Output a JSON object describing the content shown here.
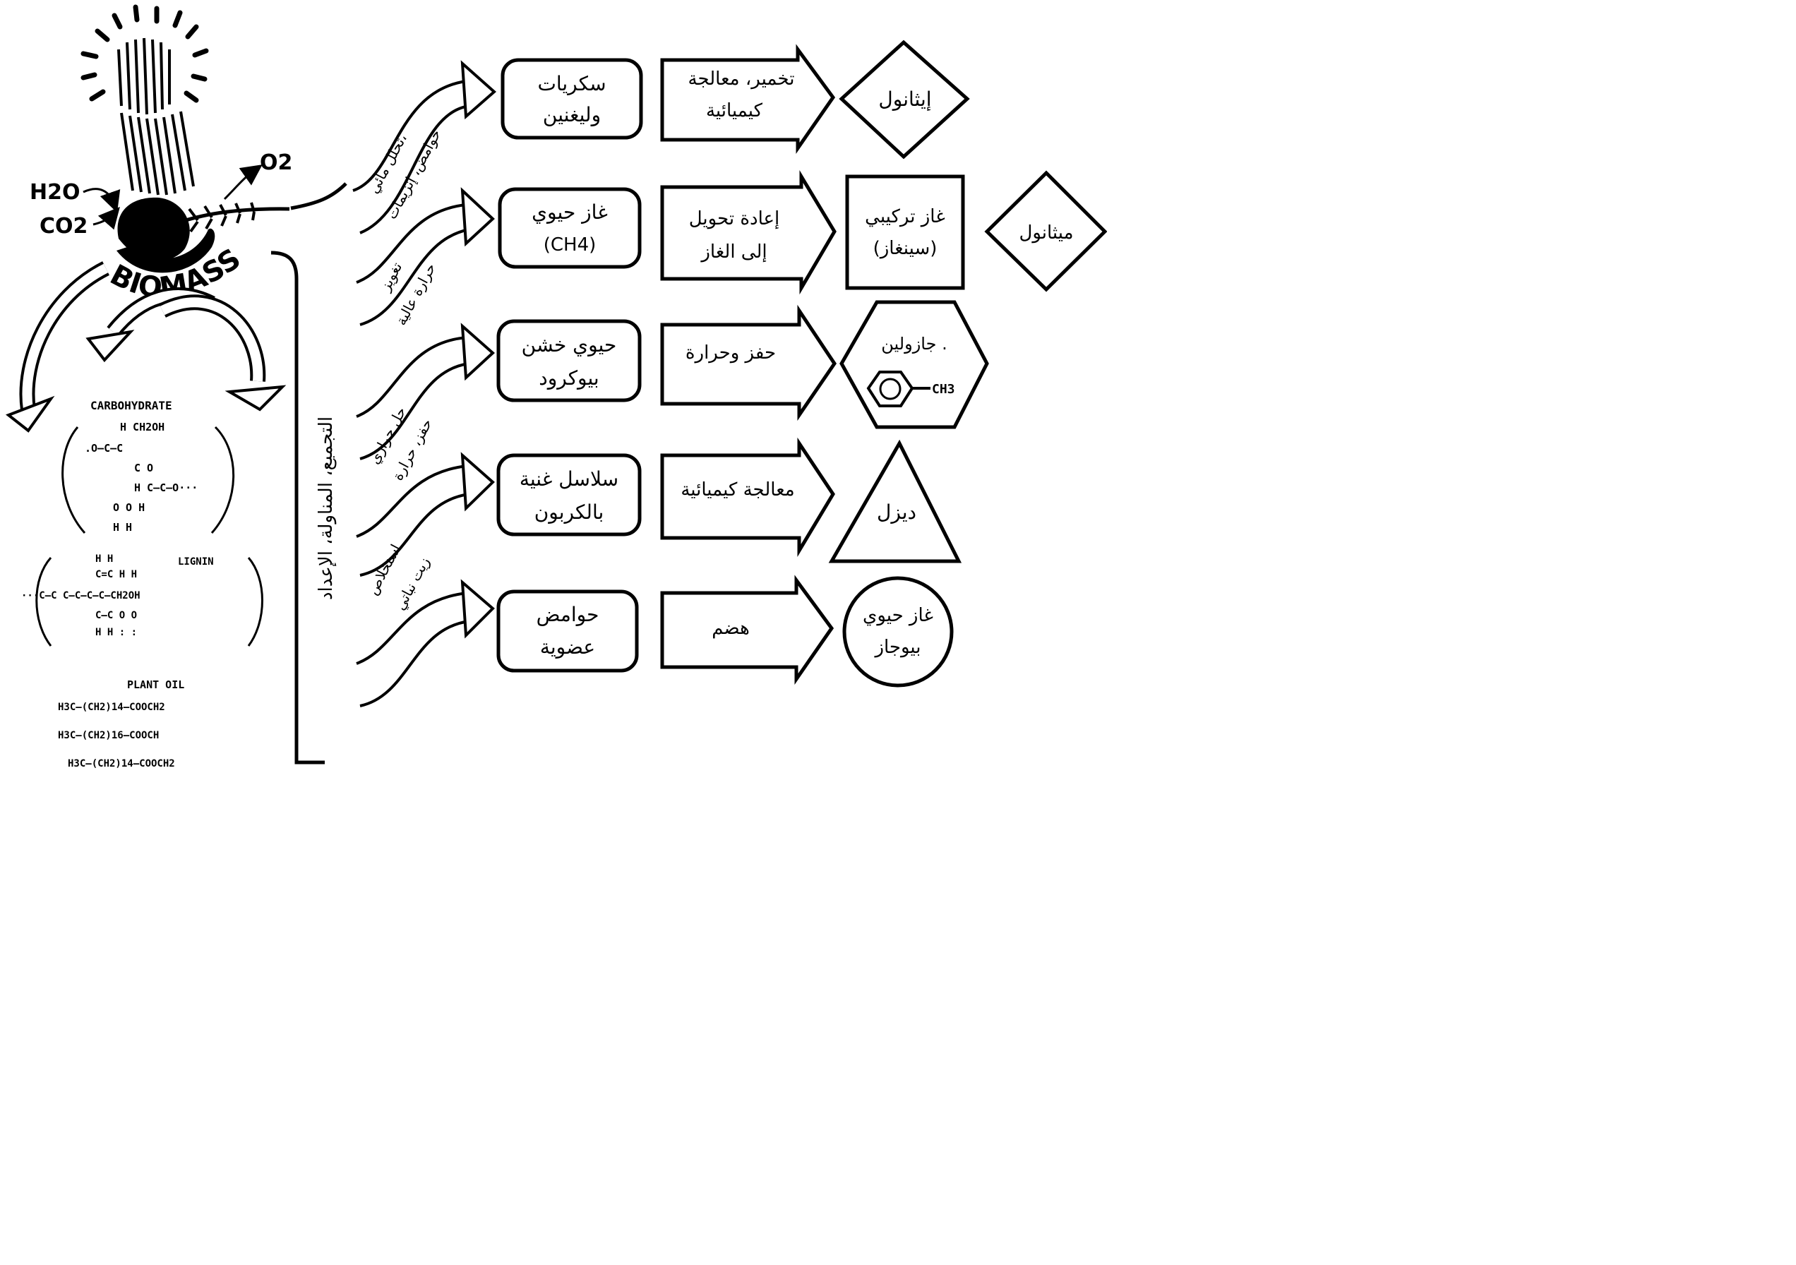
{
  "biomass": {
    "h2o": "H2O",
    "co2": "CO2",
    "o2": "O2",
    "label": "BIOMASS"
  },
  "chemistry": {
    "carbohydrate_title": "CARBOHYDRATE",
    "carb_lines": [
      "H   CH2OH",
      ".O—C—C",
      "C   O",
      "H  C—C—O···",
      "   O  O  H",
      "H  H"
    ],
    "lignin_title": "LIGNIN",
    "lignin_lines": [
      "H  H",
      "C=C   H  H",
      "···C—C   C—C—C—C—CH2OH",
      "C—C   O  O",
      "H  H   :  :"
    ],
    "oil_title": "PLANT OIL",
    "oil_lines": [
      "H3C—(CH2)14—COOCH2",
      "H3C—(CH2)16—COOCH",
      "H3C—(CH2)14—COOCH2"
    ]
  },
  "collection_label": "التجميع، المناولة، الإعداد",
  "pathways": [
    {
      "method": [
        "تحلل مائي،",
        "حوامض، إنزيمات"
      ],
      "intermediate": [
        "سكريات",
        "وليغنين"
      ],
      "process": [
        "تخمير، معالجة",
        "كيميائية"
      ],
      "product": [
        "إيثانول"
      ],
      "product_shape": "diamond"
    },
    {
      "method": [
        "تغويز",
        "حرارة عالية"
      ],
      "intermediate": [
        "غاز حيوي",
        "(CH4)"
      ],
      "process": [
        "إعادة تحويل",
        "إلى الغاز"
      ],
      "product": [
        "غاز تركيبي",
        "(سينغاز)"
      ],
      "product_shape": "square",
      "extra_product": [
        "ميثانول"
      ]
    },
    {
      "method": [
        "حل حراري",
        "حفز، حرارة"
      ],
      "intermediate": [
        "حيوي خشن",
        "بيوكرود"
      ],
      "process": [
        "حفز وحرارة"
      ],
      "product": [
        "جازولين ."
      ],
      "product_shape": "hexagon",
      "product_formula": "CH3"
    },
    {
      "method": [
        "استخلاص",
        "زيت نباتي"
      ],
      "intermediate": [
        "سلاسل غنية",
        "بالكربون"
      ],
      "process": [
        "معالجة كيميائية"
      ],
      "product": [
        "ديزل"
      ],
      "product_shape": "triangle"
    },
    {
      "method": [],
      "intermediate": [
        "حوامض",
        "عضوية"
      ],
      "process": [
        "هضم"
      ],
      "product": [
        "غاز حيوي",
        "بيوجاز"
      ],
      "product_shape": "circle"
    }
  ]
}
